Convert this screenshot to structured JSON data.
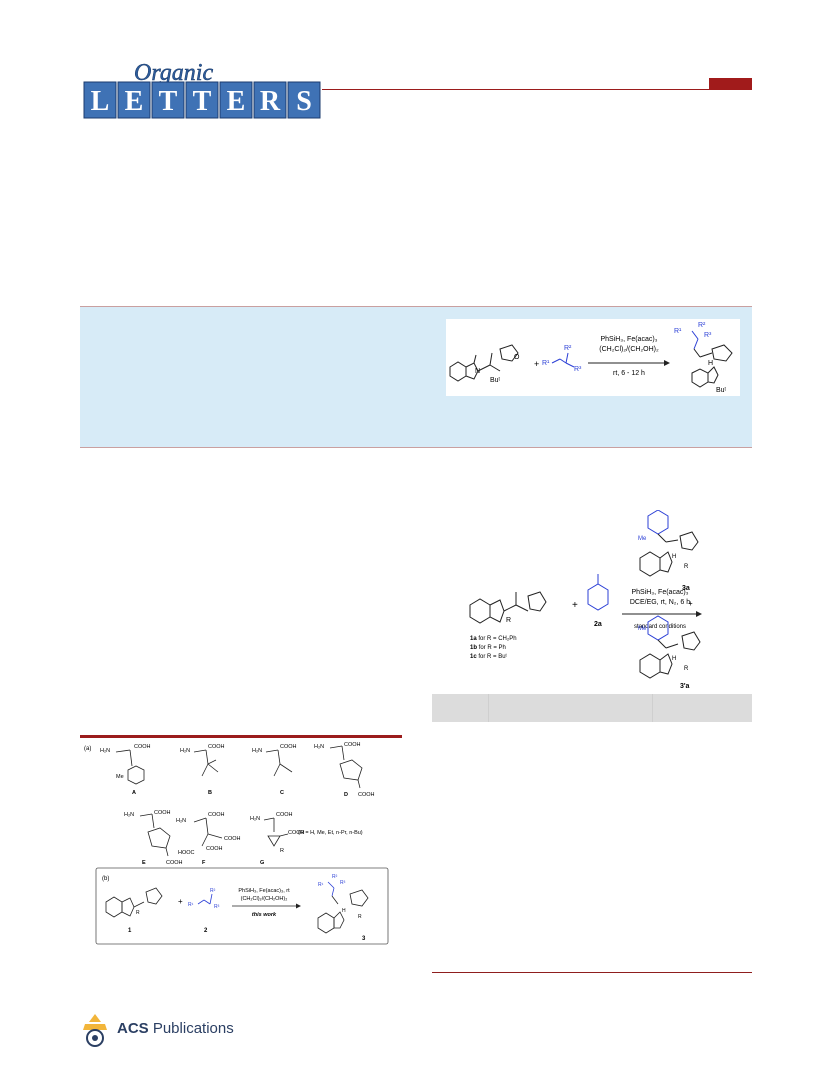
{
  "header": {
    "journal_script": "Organic",
    "journal_letters": [
      "L",
      "E",
      "T",
      "T",
      "E",
      "R",
      "S"
    ]
  },
  "toc": {
    "reagents_line1": "PhSiH₃, Fe(acac)₃",
    "reagents_line2": "(CH₂Cl)₂/(CH₂OH)₂",
    "conditions": "rt, 6 - 12 h",
    "plus": "+",
    "r1": "R¹",
    "r2": "R²",
    "r3": "R³",
    "tbu": "Buᵗ",
    "h": "H",
    "n": "N",
    "o": "O"
  },
  "scheme": {
    "reagents_line1": "PhSiH₃, Fe(acac)₃",
    "reagents_line2": "DCE/EG, rt, N₂, 6 h",
    "conditions_below": "standard conditions",
    "plus": "+",
    "plus_products": "+",
    "label_2a": "2a",
    "label_3a": "3a",
    "label_3pa": "3'a",
    "me": "Me",
    "r": "R",
    "h": "H",
    "substrates": [
      {
        "label": "1a",
        "text": " for R = CH₂Ph"
      },
      {
        "label": "1b",
        "text": " for R = Ph"
      },
      {
        "label": "1c",
        "text": " for R = Buᵗ"
      }
    ]
  },
  "figure1": {
    "part_a": "(a)",
    "part_b": "(b)",
    "h2n": "H₂N",
    "cooh": "COOH",
    "hooc": "HOOC",
    "me": "Me",
    "r": "R",
    "labels": [
      "A",
      "B",
      "C",
      "D",
      "E",
      "F",
      "G"
    ],
    "g_note": "(R = H, Me, Et, n-Pr, n-Bu)",
    "reagents_line1": "PhSiH₃, Fe(acac)₃, rt",
    "reagents_line2": "(CH₂Cl)₂/(CH₂OH)₂",
    "this_work": "this work",
    "num_1": "1",
    "num_2": "2",
    "num_3": "3",
    "plus": "+",
    "r1": "R¹",
    "r2": "R²",
    "r3": "R³",
    "h": "H"
  },
  "footer": {
    "acs_bold": "ACS",
    "acs_rest": " Publications"
  },
  "colors": {
    "accent_red": "#a11b1b",
    "band_blue": "#d7ebf7",
    "alkene_blue": "#2b3fd6",
    "logo_blue": "#2e5d9c"
  }
}
